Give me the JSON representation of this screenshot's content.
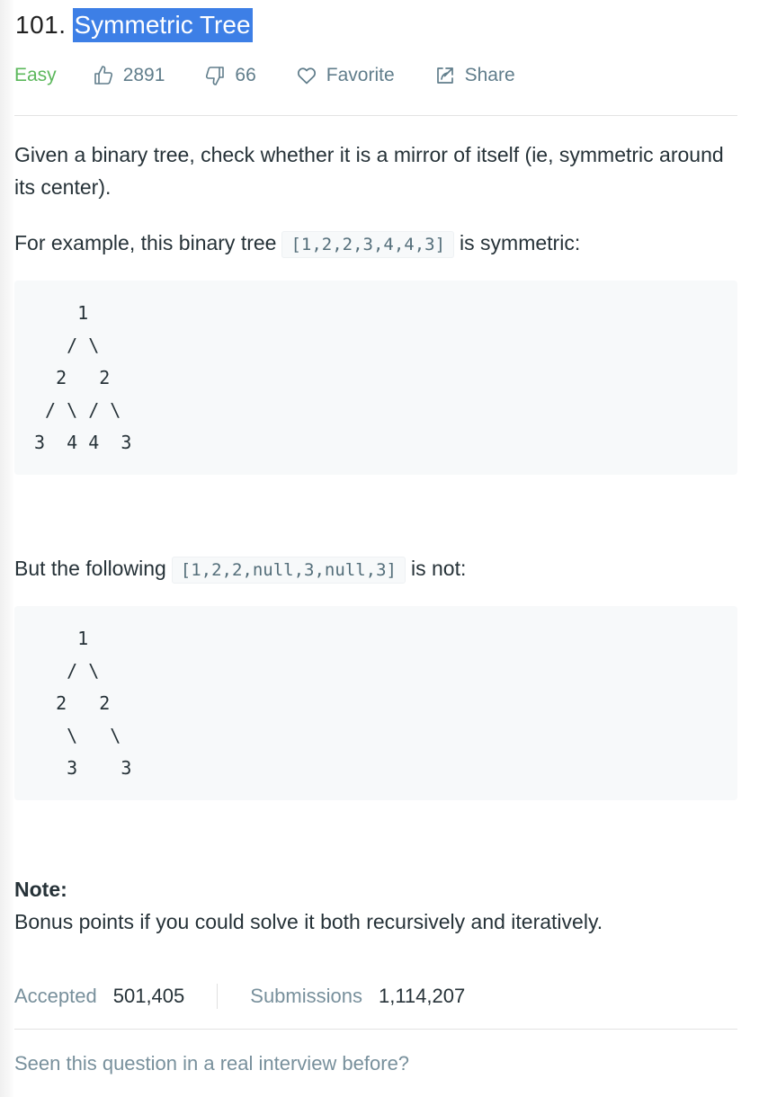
{
  "problem": {
    "number": "101.",
    "title": "Symmetric Tree",
    "difficulty": "Easy",
    "likes": "2891",
    "dislikes": "66",
    "favorite_label": "Favorite",
    "share_label": "Share"
  },
  "description": {
    "intro": "Given a binary tree, check whether it is a mirror of itself (ie, symmetric around its center).",
    "example1_prefix": "For example, this binary tree",
    "example1_code": "[1,2,2,3,4,4,3]",
    "example1_suffix": "is symmetric:",
    "tree1": "    1\n   / \\\n  2   2\n / \\ / \\\n3  4 4  3",
    "example2_prefix": "But the following",
    "example2_code": "[1,2,2,null,3,null,3]",
    "example2_suffix": "is not:",
    "tree2": "    1\n   / \\\n  2   2\n   \\   \\\n   3    3",
    "note_title": "Note:",
    "note_text": "Bonus points if you could solve it both recursively and iteratively."
  },
  "stats": {
    "accepted_label": "Accepted",
    "accepted_value": "501,405",
    "submissions_label": "Submissions",
    "submissions_value": "1,114,207"
  },
  "footer": {
    "seen_question": "Seen this question in a real interview before?"
  },
  "colors": {
    "difficulty_easy": "#5cb85c",
    "title_highlight": "#3d7fe6",
    "meta_text": "#607d8b"
  },
  "icons": {
    "like": "thumbs-up-icon",
    "dislike": "thumbs-down-icon",
    "favorite": "heart-icon",
    "share": "share-icon"
  }
}
